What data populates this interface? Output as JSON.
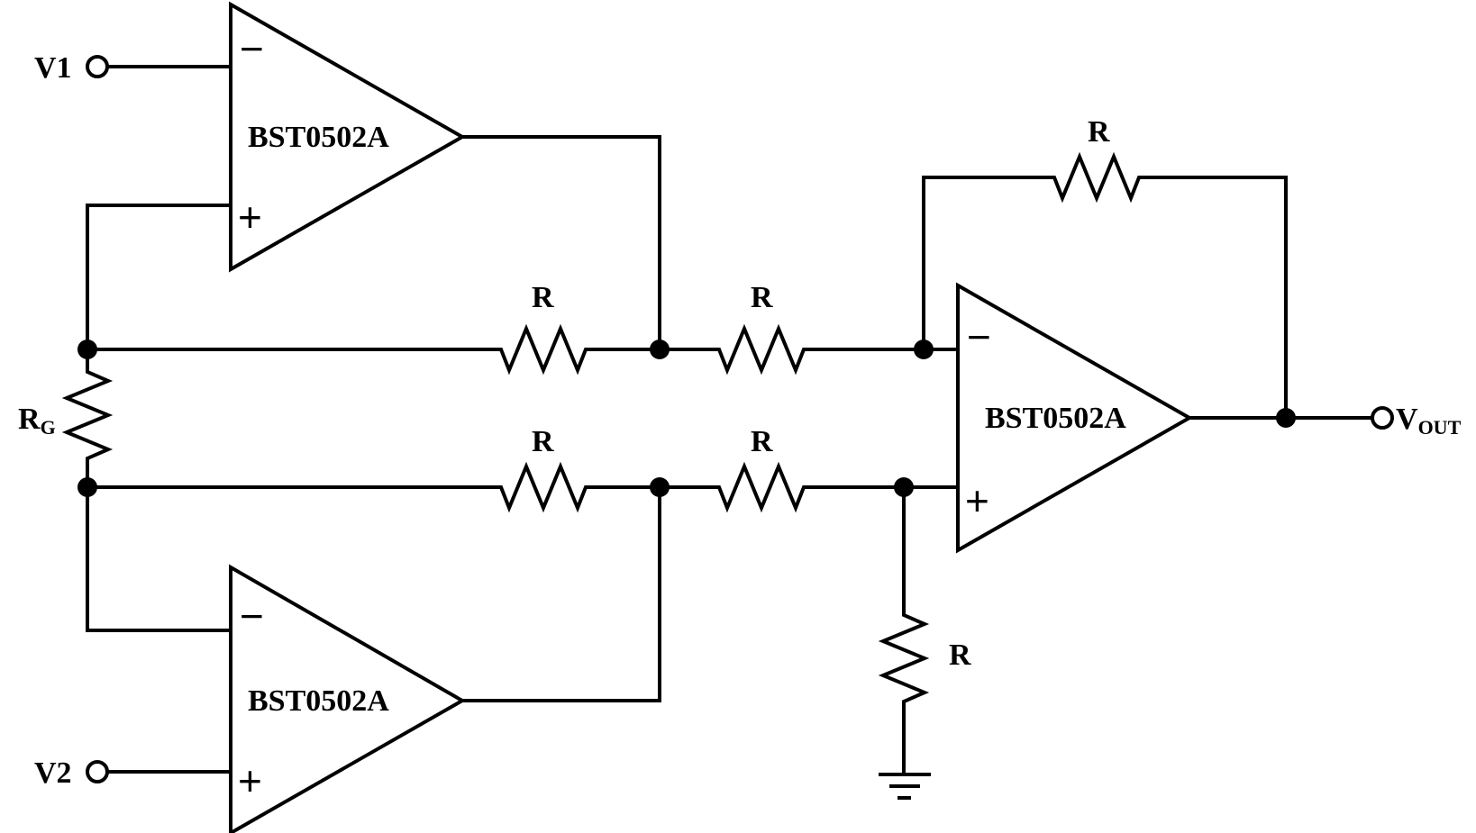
{
  "labels": {
    "v1": "V1",
    "v2": "V2",
    "vout_main": "V",
    "vout_sub": "OUT",
    "rg_main": "R",
    "rg_sub": "G",
    "r": "R",
    "opamp": "BST0502A",
    "minus": "−",
    "plus": "+"
  }
}
